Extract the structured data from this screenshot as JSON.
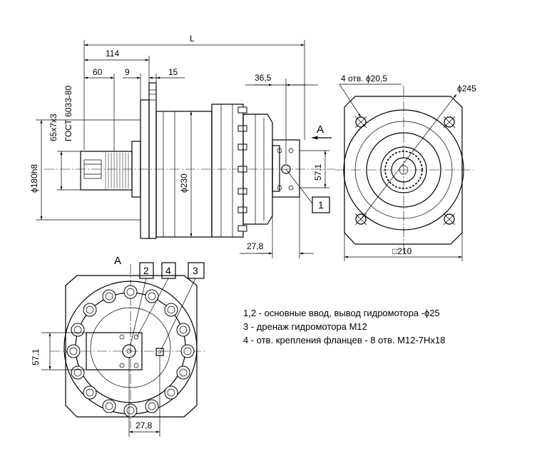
{
  "dimensions": {
    "length_L": "L",
    "len_114": "114",
    "len_60": "60",
    "len_9": "9",
    "len_15": "15",
    "len_36_5": "36,5",
    "holes_top": "4 отв. ϕ20,5",
    "dia_245": "ϕ245",
    "dia_230": "ϕ230",
    "dia_180": "ϕ180h8",
    "spline": "65x7x3",
    "gost": "ГОСТ 6033-80",
    "dim_57_1_side": "57,1",
    "dim_27_8_side": "27,8",
    "square_210": "□210",
    "dim_57_1_bottom": "57,1",
    "dim_27_8_bottom": "27,8"
  },
  "views": {
    "view_a_title": "A",
    "arrow_label": "A"
  },
  "balloons": {
    "b1": "1",
    "b2": "2",
    "b3": "3",
    "b4": "4"
  },
  "notes": [
    "1,2 - основные ввод, вывод гидромотора -ϕ25",
    "3 - дренаж гидромотора М12",
    "4 - отв. крепления фланцев - 8 отв. М12-7Нх18"
  ]
}
